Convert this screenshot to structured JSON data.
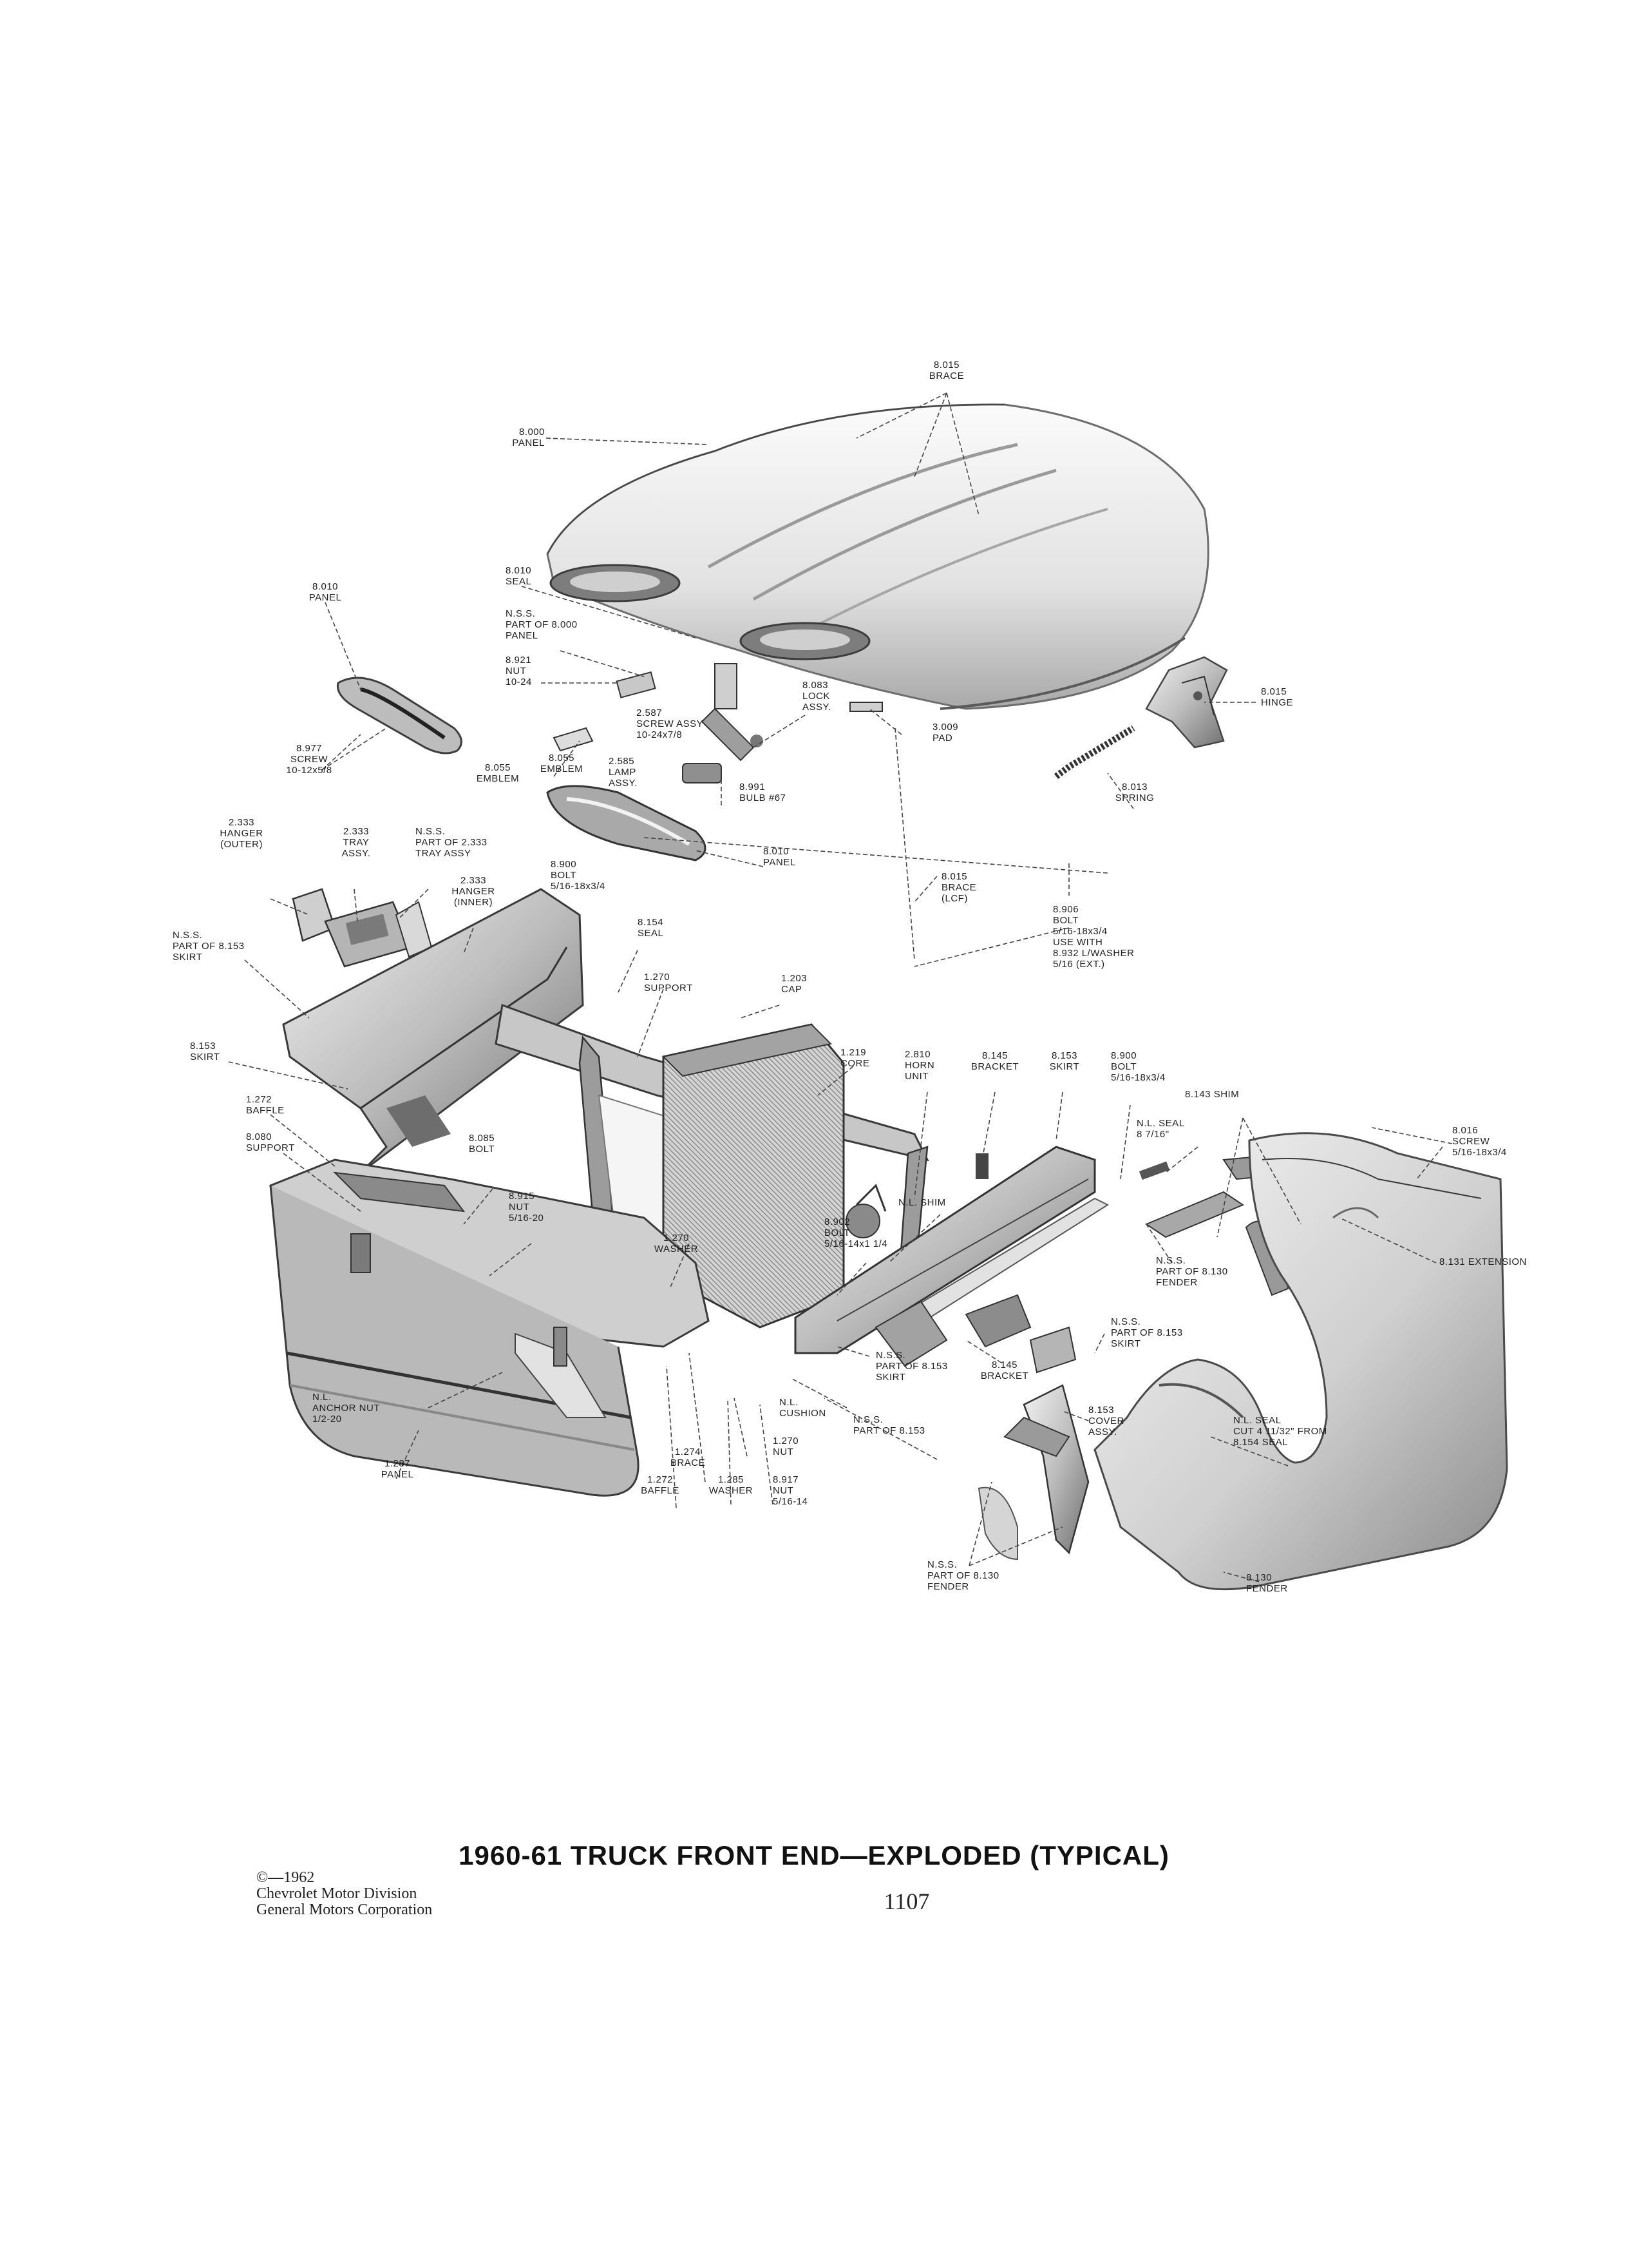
{
  "title": "1960-61 TRUCK FRONT END—EXPLODED (TYPICAL)",
  "page_number": "1107",
  "copyright": {
    "year": "©—1962",
    "line1": "Chevrolet Motor Division",
    "line2": "General Motors Corporation"
  },
  "labels": [
    {
      "id": "brace-8015-top",
      "lines": [
        "8.015",
        "BRACE"
      ]
    },
    {
      "id": "panel-8000",
      "lines": [
        "8.000",
        "PANEL"
      ]
    },
    {
      "id": "seal-8010",
      "lines": [
        "8.010",
        "SEAL"
      ]
    },
    {
      "id": "panel-8010-left",
      "lines": [
        "8.010",
        "PANEL"
      ]
    },
    {
      "id": "nss-part-8000",
      "lines": [
        "N.S.S.",
        "PART OF 8.000",
        "PANEL"
      ]
    },
    {
      "id": "nut-8921",
      "lines": [
        "8.921",
        "NUT",
        "10-24"
      ]
    },
    {
      "id": "lock-8083",
      "lines": [
        "8.083",
        "LOCK",
        "ASSY."
      ]
    },
    {
      "id": "hinge-8015",
      "lines": [
        "8.015",
        "HINGE"
      ]
    },
    {
      "id": "screw-2587",
      "lines": [
        "2.587",
        "SCREW ASSY",
        "10-24x7/8"
      ]
    },
    {
      "id": "pad-3009",
      "lines": [
        "3.009",
        "PAD"
      ]
    },
    {
      "id": "screw-8977",
      "lines": [
        "8.977",
        "SCREW",
        "10-12x5/8"
      ]
    },
    {
      "id": "emblem-8055-a",
      "lines": [
        "8.055",
        "EMBLEM"
      ]
    },
    {
      "id": "emblem-8055-b",
      "lines": [
        "8.055",
        "EMBLEM"
      ]
    },
    {
      "id": "lamp-2585",
      "lines": [
        "2.585",
        "LAMP",
        "ASSY."
      ]
    },
    {
      "id": "bulb-8991",
      "lines": [
        "8.991",
        "BULB #67"
      ]
    },
    {
      "id": "spring-8013",
      "lines": [
        "8.013",
        "SPRING"
      ]
    },
    {
      "id": "hanger-outer-2333",
      "lines": [
        "2.333",
        "HANGER",
        "(OUTER)"
      ]
    },
    {
      "id": "tray-2333",
      "lines": [
        "2.333",
        "TRAY",
        "ASSY."
      ]
    },
    {
      "id": "nss-part-2333",
      "lines": [
        "N.S.S.",
        "PART OF 2.333",
        "TRAY ASSY"
      ]
    },
    {
      "id": "panel-8010-right",
      "lines": [
        "8.010",
        "PANEL"
      ]
    },
    {
      "id": "bolt-8900-a",
      "lines": [
        "8.900",
        "BOLT",
        "5/16-18x3/4"
      ]
    },
    {
      "id": "hanger-inner-2333",
      "lines": [
        "2.333",
        "HANGER",
        "(INNER)"
      ]
    },
    {
      "id": "brace-lcf-8015",
      "lines": [
        "8.015",
        "BRACE",
        "(LCF)"
      ]
    },
    {
      "id": "nss-part-8153-a",
      "lines": [
        "N.S.S.",
        "PART OF 8.153",
        "SKIRT"
      ]
    },
    {
      "id": "seal-8154",
      "lines": [
        "8.154",
        "SEAL"
      ]
    },
    {
      "id": "bolt-8906",
      "lines": [
        "8.906",
        "BOLT",
        "5/16-18x3/4",
        "USE WITH",
        "8.932 L/WASHER",
        "5/16 (EXT.)"
      ]
    },
    {
      "id": "support-1270-a",
      "lines": [
        "1.270",
        "SUPPORT"
      ]
    },
    {
      "id": "cap-1203",
      "lines": [
        "1.203",
        "CAP"
      ]
    },
    {
      "id": "skirt-8153-left",
      "lines": [
        "8.153",
        "SKIRT"
      ]
    },
    {
      "id": "core-1219",
      "lines": [
        "1.219",
        "CORE"
      ]
    },
    {
      "id": "horn-2810",
      "lines": [
        "2.810",
        "HORN",
        "UNIT"
      ]
    },
    {
      "id": "bracket-8145-a",
      "lines": [
        "8.145",
        "BRACKET"
      ]
    },
    {
      "id": "skirt-8153-mid",
      "lines": [
        "8.153",
        "SKIRT"
      ]
    },
    {
      "id": "bolt-8900-b",
      "lines": [
        "8.900",
        "BOLT",
        "5/16-18x3/4"
      ]
    },
    {
      "id": "shim-8143",
      "lines": [
        "8.143 SHIM"
      ]
    },
    {
      "id": "baffle-1272-a",
      "lines": [
        "1.272",
        "BAFFLE"
      ]
    },
    {
      "id": "support-8080",
      "lines": [
        "8.080",
        "SUPPORT"
      ]
    },
    {
      "id": "bolt-8085",
      "lines": [
        "8.085",
        "BOLT"
      ]
    },
    {
      "id": "nl-seal-a",
      "lines": [
        "N.L. SEAL",
        "8 7/16\""
      ]
    },
    {
      "id": "screw-8016",
      "lines": [
        "8.016",
        "SCREW",
        "5/16-18x3/4"
      ]
    },
    {
      "id": "nut-8915",
      "lines": [
        "8.915",
        "NUT",
        "5/16-20"
      ]
    },
    {
      "id": "nl-shim",
      "lines": [
        "N.L. SHIM"
      ]
    },
    {
      "id": "bolt-8902",
      "lines": [
        "8.902",
        "BOLT",
        "5/16-14x1 1/4"
      ]
    },
    {
      "id": "washer-1270",
      "lines": [
        "1.270",
        "WASHER"
      ]
    },
    {
      "id": "extension-8131",
      "lines": [
        "8.131 EXTENSION"
      ]
    },
    {
      "id": "nss-part-8130-a",
      "lines": [
        "N.S.S.",
        "PART OF 8.130",
        "FENDER"
      ]
    },
    {
      "id": "nss-part-8153-b",
      "lines": [
        "N.S.S.",
        "PART OF 8.153",
        "SKIRT"
      ]
    },
    {
      "id": "nss-part-8153-c",
      "lines": [
        "N.S.S.",
        "PART OF 8.153",
        "SKIRT"
      ]
    },
    {
      "id": "bracket-8145-b",
      "lines": [
        "8.145",
        "BRACKET"
      ]
    },
    {
      "id": "anchor-nut-nl",
      "lines": [
        "N.L.",
        "ANCHOR NUT",
        "1/2-20"
      ]
    },
    {
      "id": "cushion-nl",
      "lines": [
        "N.L.",
        "CUSHION"
      ]
    },
    {
      "id": "nss-part-8153-d",
      "lines": [
        "N.S.S.",
        "PART OF 8.153"
      ]
    },
    {
      "id": "cover-8153",
      "lines": [
        "8.153",
        "COVER",
        "ASSY."
      ]
    },
    {
      "id": "nl-seal-b",
      "lines": [
        "N.L. SEAL",
        "CUT 4 11/32\" FROM",
        "8.154 SEAL"
      ]
    },
    {
      "id": "panel-1287",
      "lines": [
        "1.287",
        "PANEL"
      ]
    },
    {
      "id": "nut-1270",
      "lines": [
        "1.270",
        "NUT"
      ]
    },
    {
      "id": "brace-1274",
      "lines": [
        "1.274",
        "BRACE"
      ]
    },
    {
      "id": "baffle-1272-b",
      "lines": [
        "1.272",
        "BAFFLE"
      ]
    },
    {
      "id": "washer-1285",
      "lines": [
        "1.285",
        "WASHER"
      ]
    },
    {
      "id": "nut-8917",
      "lines": [
        "8.917",
        "NUT",
        "5/16-14"
      ]
    },
    {
      "id": "nss-part-8130-b",
      "lines": [
        "N.S.S.",
        "PART OF 8.130",
        "FENDER"
      ]
    },
    {
      "id": "fender-8130",
      "lines": [
        "8.130",
        "FENDER"
      ]
    }
  ]
}
